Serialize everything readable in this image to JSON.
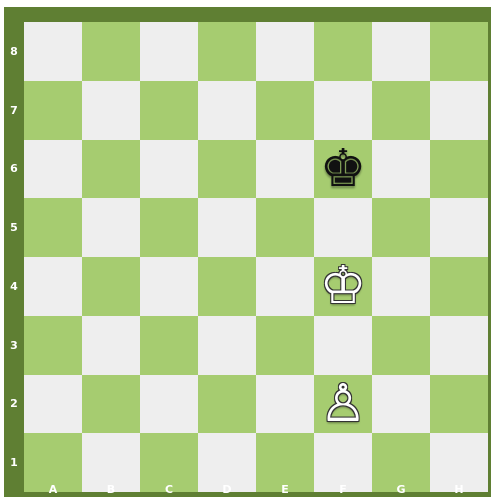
{
  "board": {
    "ranks": [
      "8",
      "7",
      "6",
      "5",
      "4",
      "3",
      "2",
      "1"
    ],
    "files": [
      "A",
      "B",
      "C",
      "D",
      "E",
      "F",
      "G",
      "H"
    ],
    "colors": {
      "light": "#eeeeee",
      "dark": "#a6cc70",
      "frame": "#5f7f33"
    },
    "pieces": [
      {
        "square": "f6",
        "type": "king",
        "color": "black",
        "glyph": "♚"
      },
      {
        "square": "f4",
        "type": "king",
        "color": "white",
        "glyph": "♔"
      },
      {
        "square": "f2",
        "type": "pawn",
        "color": "white",
        "glyph": "♙"
      }
    ]
  }
}
